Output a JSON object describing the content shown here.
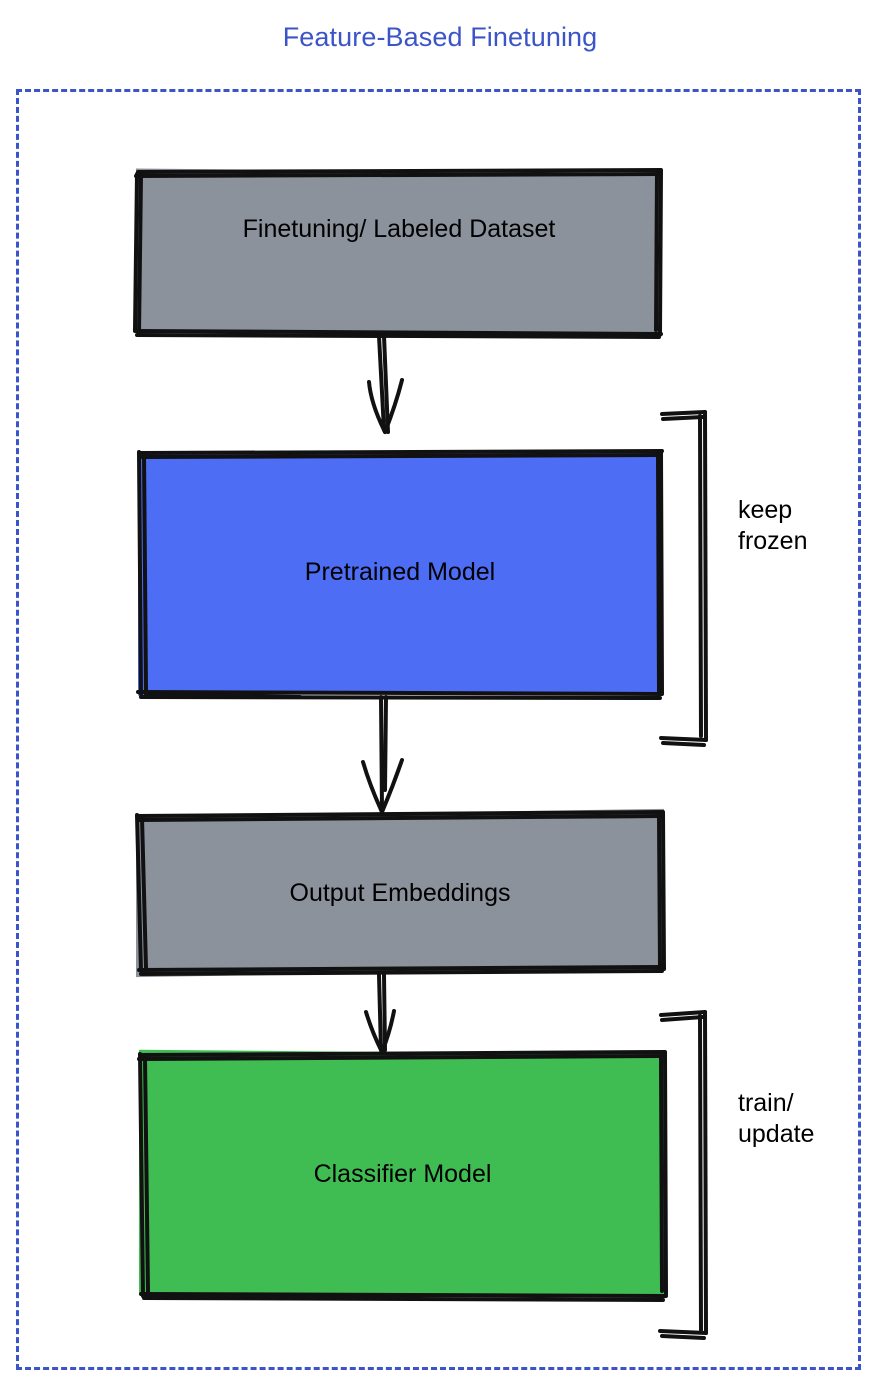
{
  "diagram": {
    "title": "Feature-Based Finetuning",
    "title_color": "#3b54c8",
    "frame": {
      "style": "dashed",
      "color": "#3b54c8"
    },
    "nodes": [
      {
        "id": "dataset",
        "label": "Finetuning/ Labeled Dataset",
        "fill": "#8b929c",
        "shape": "rectangle"
      },
      {
        "id": "pretrained",
        "label": "Pretrained Model",
        "fill": "#4d6df5",
        "shape": "rectangle"
      },
      {
        "id": "embeddings",
        "label": "Output Embeddings",
        "fill": "#8b929c",
        "shape": "rectangle"
      },
      {
        "id": "classifier",
        "label": "Classifier Model",
        "fill": "#40bd52",
        "shape": "rectangle"
      }
    ],
    "edges": [
      {
        "from": "dataset",
        "to": "pretrained",
        "type": "arrow-down"
      },
      {
        "from": "pretrained",
        "to": "embeddings",
        "type": "arrow-down"
      },
      {
        "from": "embeddings",
        "to": "classifier",
        "type": "arrow-down"
      }
    ],
    "annotations": [
      {
        "id": "keep-frozen",
        "text": "keep\nfrozen",
        "bracket": "right-brace",
        "targets": [
          "pretrained"
        ]
      },
      {
        "id": "train-update",
        "text": "train/\nupdate",
        "bracket": "right-brace",
        "targets": [
          "classifier"
        ]
      }
    ]
  }
}
